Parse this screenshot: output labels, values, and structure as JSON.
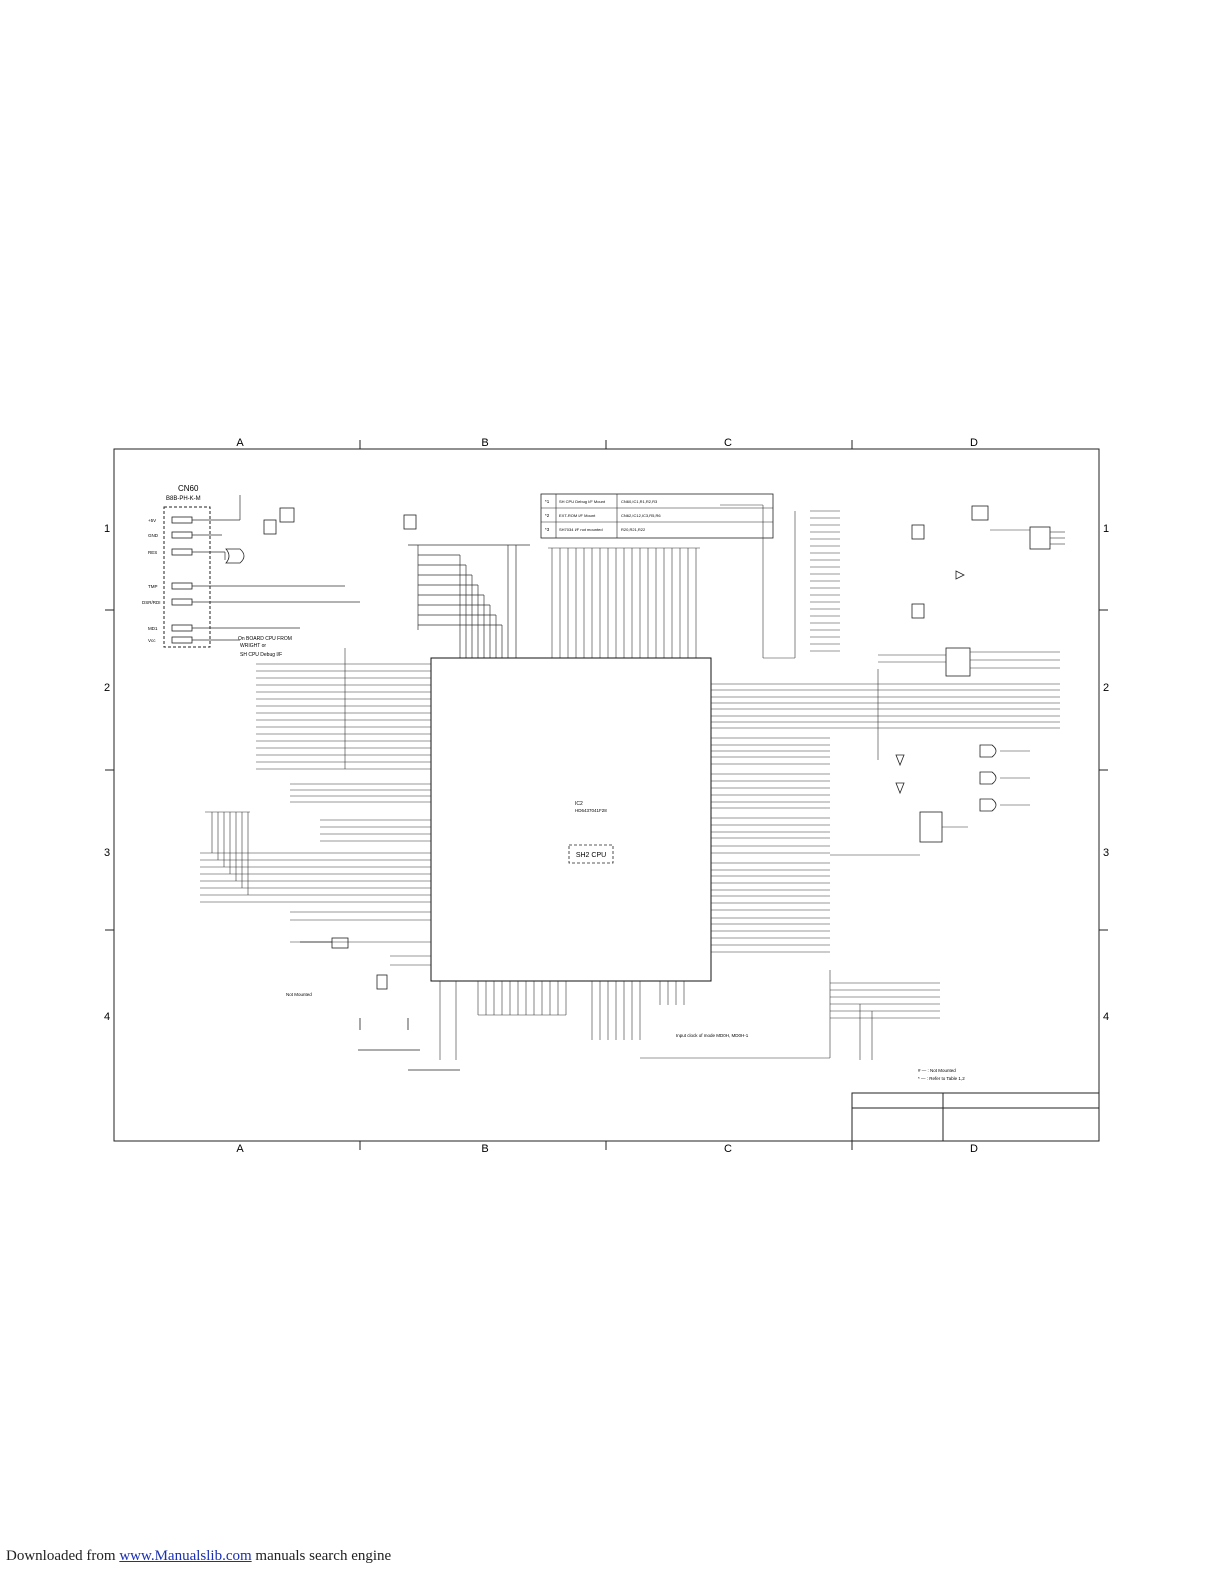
{
  "zone_columns": [
    "A",
    "B",
    "C",
    "D"
  ],
  "zone_rows": [
    "1",
    "2",
    "3",
    "4"
  ],
  "connector": {
    "name": "CN60",
    "part": "B8B-PH-K-M",
    "pins": [
      "+5V",
      "GND",
      "RES",
      "TMP",
      "DSR/RDI",
      "MD1",
      "Vcc"
    ]
  },
  "debug_note": {
    "line1": "On BOARD CPU FROM",
    "line2": "WRIGHT or",
    "line3": "SH CPU Debug I/F"
  },
  "cpu": {
    "ref": "IC2",
    "part": "HD6437041F28",
    "label": "SH2 CPU"
  },
  "notes_table": [
    {
      "mark": "*1",
      "text": "SH CPU Debug I/F Mount",
      "parts": "CN60,IC1,R1,R2,R3"
    },
    {
      "mark": "*2",
      "text": "EXT-ROM I/F Mount",
      "parts": "CN62,IC12,IC3,R5,R6"
    },
    {
      "mark": "*3",
      "text": "SH7034 I/F not mounted",
      "parts": "R20,R21,R22"
    }
  ],
  "bottom_notes": [
    "Input clock of mode MD0H, MD0H-1",
    "Not Mounted"
  ],
  "legend": {
    "line1": "# — : Not Mounted",
    "line2": "* — : Refer to Table 1,2"
  },
  "footer": {
    "prefix": "Downloaded from",
    "link": "www.Manualslib.com",
    "suffix": "manuals search engine"
  }
}
